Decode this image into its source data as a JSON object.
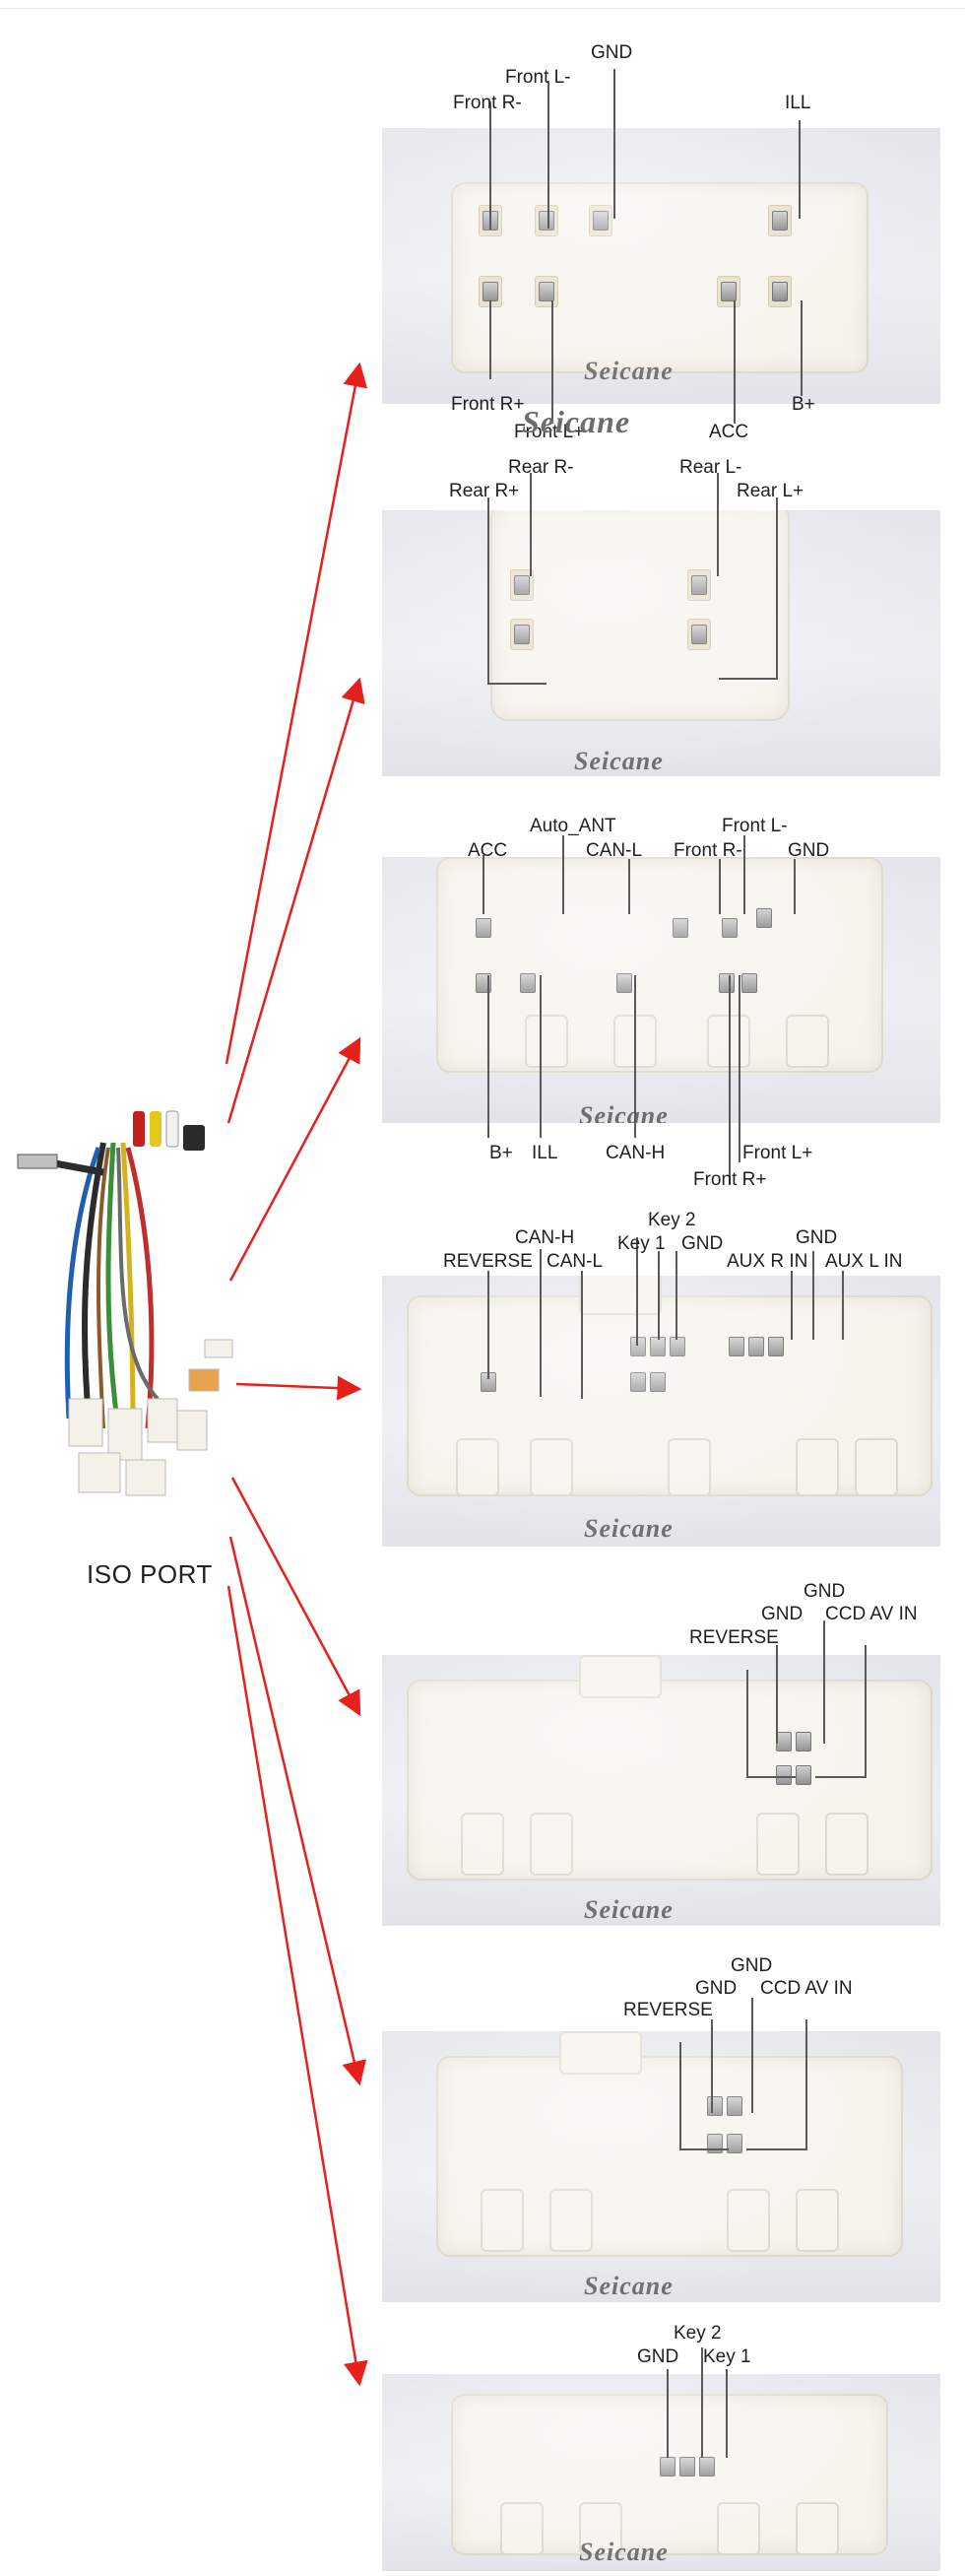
{
  "main_label": "ISO PORT",
  "watermark": "Seicane",
  "colors": {
    "arrow": "#e8201c",
    "lead": "#5a5a5a"
  },
  "connectors": [
    {
      "id": "c1",
      "labels": [
        "GND",
        "Front L-",
        "Front R-",
        "ILL",
        "Front R+",
        "Front L+",
        "ACC",
        "B+"
      ],
      "watermark2": "Seicane"
    },
    {
      "id": "c2",
      "labels": [
        "Rear R-",
        "Rear L-",
        "Rear R+",
        "Rear L+"
      ]
    },
    {
      "id": "c3",
      "labels": [
        "Auto_ANT",
        "Front L-",
        "ACC",
        "CAN-L",
        "Front R-",
        "GND",
        "B+",
        "ILL",
        "CAN-H",
        "Front L+",
        "Front R+"
      ]
    },
    {
      "id": "c4",
      "labels": [
        "Key 2",
        "CAN-H",
        "Key 1",
        "GND",
        "GND",
        "REVERSE",
        "CAN-L",
        "AUX R IN",
        "AUX L IN"
      ]
    },
    {
      "id": "c5",
      "labels": [
        "GND",
        "GND",
        "CCD AV IN",
        "REVERSE"
      ]
    },
    {
      "id": "c6",
      "labels": [
        "GND",
        "GND",
        "CCD AV IN",
        "REVERSE"
      ]
    },
    {
      "id": "c7",
      "labels": [
        "Key 2",
        "GND",
        "Key 1"
      ]
    }
  ]
}
